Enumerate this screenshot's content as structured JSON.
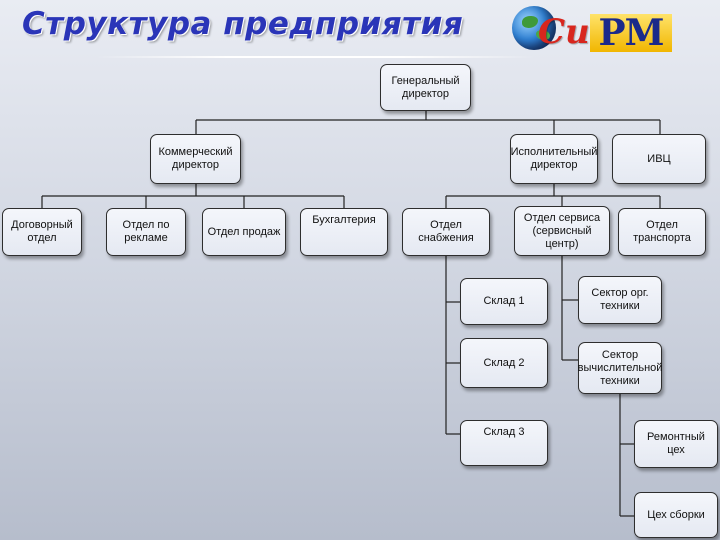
{
  "header": {
    "title": "Структура предприятия"
  },
  "logo": {
    "script_text": "Cur",
    "mark_text": "PM"
  },
  "org": {
    "general_director": "Генеральный директор",
    "commercial_director": "Коммерческий директор",
    "executive_director": "Исполнительный директор",
    "ivc": "ИВЦ",
    "contract_dept": "Договорный отдел",
    "ad_dept": "Отдел по рекламе",
    "sales_dept": "Отдел продаж",
    "accounting": "Бухгалтерия",
    "supply_dept": "Отдел снабжения",
    "service_dept": "Отдел сервиса (сервисный центр)",
    "transport_dept": "Отдел транспорта",
    "warehouse_1": "Склад 1",
    "warehouse_2": "Склад 2",
    "warehouse_3": "Склад 3",
    "office_equipment_sector": "Сектор орг. техники",
    "computing_equipment_sector": "Сектор вычислительной техники",
    "repair_shop": "Ремонтный цех",
    "assembly_shop": "Цех сборки"
  }
}
